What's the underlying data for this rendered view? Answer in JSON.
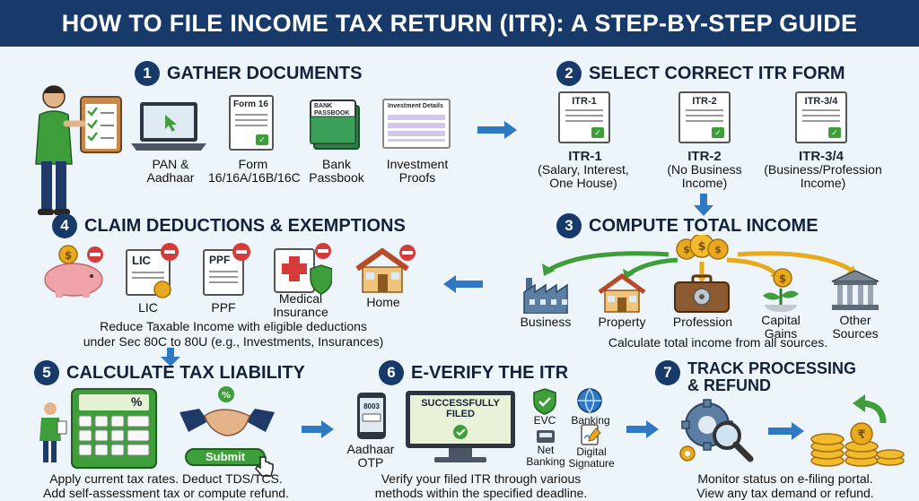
{
  "title": "HOW TO FILE INCOME TAX RETURN (ITR): A STEP-BY-STEP GUIDE",
  "steps": {
    "s1": {
      "num": "1",
      "title": "GATHER DOCUMENTS",
      "items": [
        {
          "label": "PAN &\nAadhaar"
        },
        {
          "label": "Form\n16/16A/16B/16C",
          "doc_text": "Form 16"
        },
        {
          "label": "Bank\nPassbook",
          "doc_text": "BANK PASSBOOK"
        },
        {
          "label": "Investment\nProofs",
          "doc_text": "Investment Details"
        }
      ]
    },
    "s2": {
      "num": "2",
      "title": "SELECT CORRECT ITR FORM",
      "items": [
        {
          "doc_text": "ITR-1",
          "name": "ITR-1",
          "desc": "(Salary, Interest,\nOne House)"
        },
        {
          "doc_text": "ITR-2",
          "name": "ITR-2",
          "desc": "(No Business\nIncome)"
        },
        {
          "doc_text": "ITR-3/4",
          "name": "ITR-3/4",
          "desc": "(Business/Profession\nIncome)"
        }
      ]
    },
    "s3": {
      "num": "3",
      "title": "COMPUTE TOTAL INCOME",
      "sources": [
        "Business",
        "Property",
        "Profession",
        "Capital\nGains",
        "Other\nSources"
      ],
      "note": "Calculate total income from all sources."
    },
    "s4": {
      "num": "4",
      "title": "CLAIM DEDUCTIONS & EXEMPTIONS",
      "items": [
        {
          "label": ""
        },
        {
          "label": "LIC",
          "doc_text": "LIC"
        },
        {
          "label": "PPF",
          "doc_text": "PPF"
        },
        {
          "label": "Medical\nInsurance"
        },
        {
          "label": "Home"
        }
      ],
      "note": "Reduce Taxable Income with eligible deductions\nunder Sec 80C to 80U (e.g., Investments, Insurances)"
    },
    "s5": {
      "num": "5",
      "title": "CALCULATE TAX LIABILITY",
      "submit_label": "Submit",
      "percent": "%",
      "note": "Apply current tax rates. Deduct TDS/TCS.\nAdd self-assessment tax or compute refund."
    },
    "s6": {
      "num": "6",
      "title": "E-VERIFY THE ITR",
      "screen_text": "SUCCESSFULLY\nFILED",
      "methods": [
        "Aadhaar\nOTP",
        "EVC",
        "Banking",
        "Net\nBanking",
        "Digital\nSignature"
      ],
      "phone_code": "8003",
      "note": "Verify your filed ITR through various\nmethods within the specified deadline."
    },
    "s7": {
      "num": "7",
      "title": "TRACK PROCESSING\n& REFUND",
      "note": "Monitor status on e-filing portal.\nView any tax demand or refund."
    }
  },
  "colors": {
    "navy": "#173a6a",
    "arrow_blue": "#2f78c4",
    "green": "#3d9e3a",
    "red": "#d63b3b",
    "gold": "#e7a91d",
    "pink": "#f0a3a8"
  }
}
